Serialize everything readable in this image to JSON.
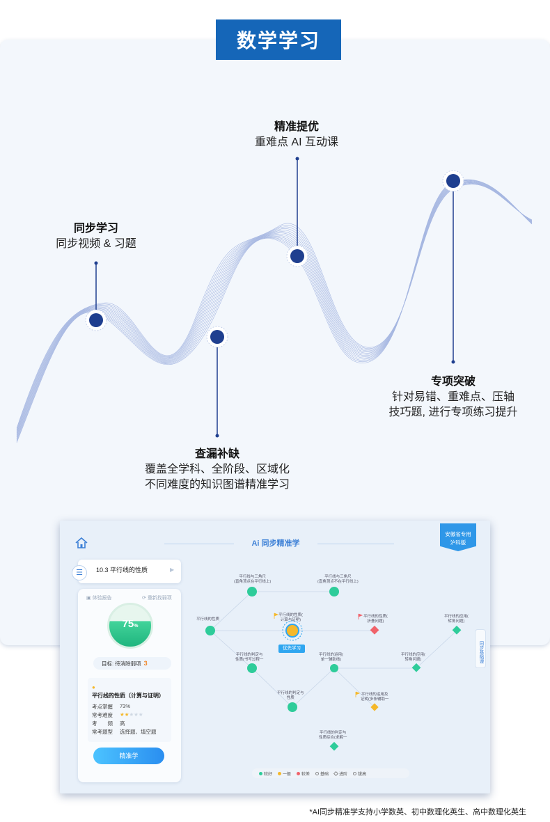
{
  "title": "数学学习",
  "milestones": [
    {
      "heading": "同步学习",
      "sub": [
        "同步视频 & 习题"
      ]
    },
    {
      "heading": "查漏补缺",
      "sub": [
        "覆盖全学科、全阶段、区域化",
        "不同难度的知识图谱精准学习"
      ]
    },
    {
      "heading": "精准提优",
      "sub": [
        "重难点 AI 互动课"
      ]
    },
    {
      "heading": "专项突破",
      "sub": [
        "针对易错、重难点、压轴",
        "技巧题, 进行专项练习提升"
      ]
    }
  ],
  "app": {
    "title": "Ai 同步精准学",
    "badge": {
      "line1": "安徽省专用",
      "line2": "沪科版"
    },
    "lesson_title": "10.3 平行线的性质",
    "links": {
      "report": "体验报告",
      "refresh": "重新找弱项"
    },
    "gauge_value": "75",
    "gauge_unit": "%",
    "goal_label": "目标: 待消除弱项",
    "goal_count": "3",
    "knowledge_point": {
      "title": "平行线的性质（计算与证明）",
      "rows": [
        {
          "key": "考点掌握",
          "value": "73%"
        },
        {
          "key": "常考难度",
          "value": "★★★★★",
          "stars_filled": 2
        },
        {
          "key": "考　　频",
          "value": "高"
        },
        {
          "key": "常考题型",
          "value": "选择题、填空题"
        }
      ]
    },
    "study_button": "精准学",
    "priority_tag": "优先学习",
    "side_tab": "同步基础课",
    "map_nodes": [
      {
        "label": "平行线与三角尺\n(直角顶点在平行线上)"
      },
      {
        "label": "平行线与三角尺\n(直角顶点不在平行线上)"
      },
      {
        "label": "平行线的性质"
      },
      {
        "label": "平行线的性质(\n计算与证明)"
      },
      {
        "label": "平行线的性质(\n折叠问题)"
      },
      {
        "label": "平行线的应用(\n转角问题)"
      },
      {
        "label": "平行线的判定与\n性质(书写过程一"
      },
      {
        "label": "平行线的运用(\n单一辅助线)"
      },
      {
        "label": "平行线的应用(\n转角问题)"
      },
      {
        "label": "平行线的判定与\n性质"
      },
      {
        "label": "平行线的运用及\n证明(多条辅助一"
      },
      {
        "label": "平行线的判定与\n性质综合(求解一"
      }
    ],
    "legend": [
      "较好",
      "一般",
      "较差",
      "基础",
      "进阶",
      "拔高"
    ]
  },
  "footnote": "*AI同步精准学支持小学数英、初中数理化英生、高中数理化英生",
  "colors": {
    "primary": "#1566b8",
    "node_dark": "#1f3f8f",
    "wave": "#8ea3d9",
    "good": "#2ecc9a",
    "normal": "#f5b82a",
    "poor": "#f0626a"
  }
}
